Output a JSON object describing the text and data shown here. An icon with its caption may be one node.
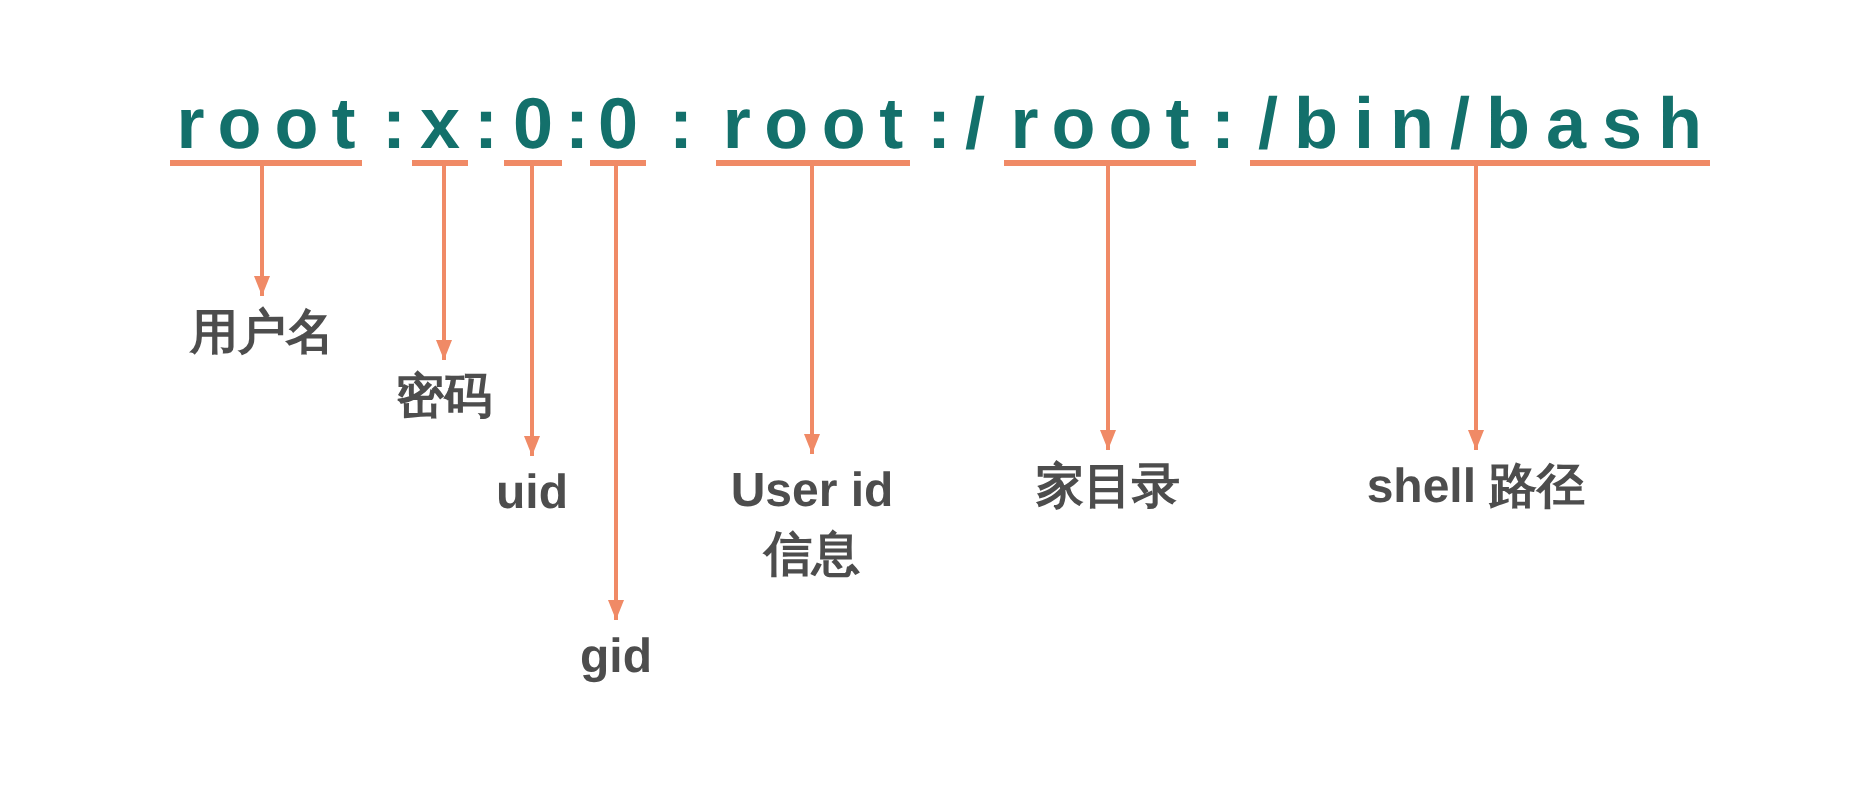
{
  "diagram": {
    "nodes": [
      {
        "text": [
          "root"
        ]
      },
      {
        "text": [
          "x"
        ]
      },
      {
        "text": [
          "0"
        ]
      },
      {
        "text": [
          "0"
        ]
      },
      {
        "text": [
          "root"
        ]
      },
      {
        "text": [
          "root"
        ]
      },
      {
        "text": [
          "/bin/bash"
        ]
      },
      {
        "text": [
          "用户名"
        ]
      },
      {
        "text": [
          "密码"
        ]
      },
      {
        "text": [
          "uid"
        ]
      },
      {
        "text": [
          "gid"
        ]
      },
      {
        "text": [
          "User id 信息"
        ]
      },
      {
        "text": [
          "家目录"
        ]
      },
      {
        "text": [
          "shell 路径"
        ]
      }
    ],
    "edges": [
      {
        "from": 0,
        "to": 7,
        "arrow": "to"
      },
      {
        "from": 1,
        "to": 8,
        "arrow": "to"
      },
      {
        "from": 2,
        "to": 9,
        "arrow": "to"
      },
      {
        "from": 3,
        "to": 10,
        "arrow": "to"
      },
      {
        "from": 4,
        "to": 11,
        "arrow": "to"
      },
      {
        "from": 5,
        "to": 12,
        "arrow": "to"
      },
      {
        "from": 6,
        "to": 13,
        "arrow": "to"
      }
    ],
    "labels": [
      ":",
      ":",
      ":",
      ":",
      ":/",
      ":"
    ]
  }
}
